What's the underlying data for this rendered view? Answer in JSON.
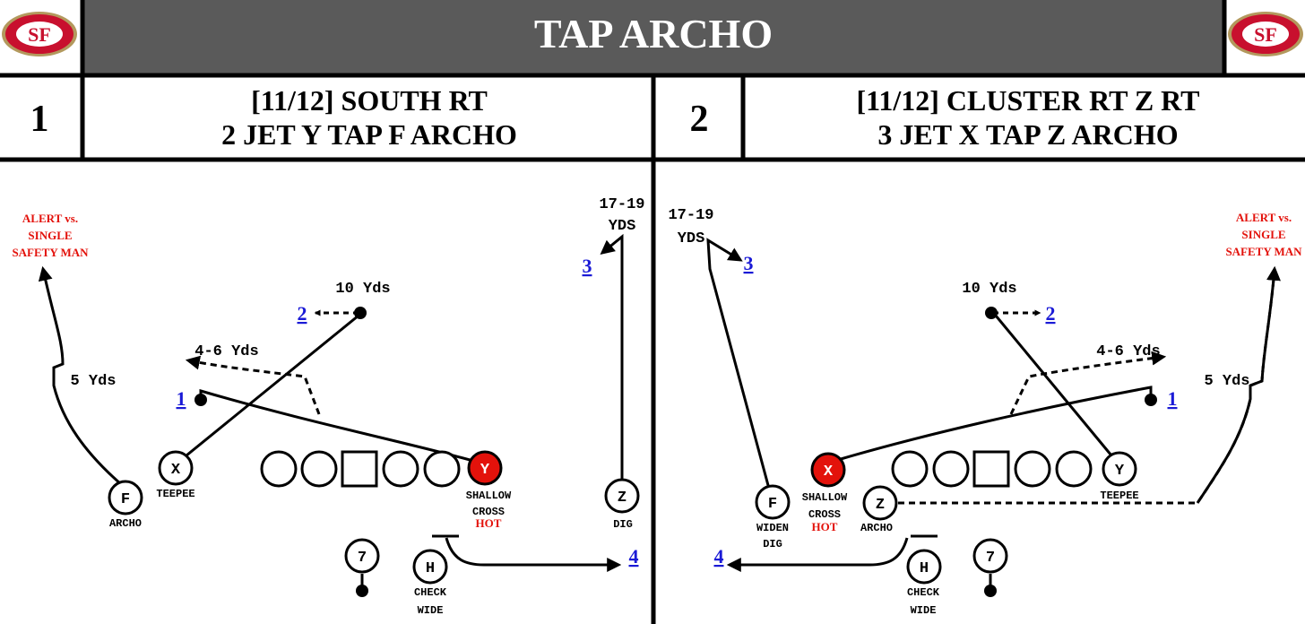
{
  "header": {
    "title": "TAP ARCHO",
    "logo_text": "SF",
    "colors": {
      "banner": "#5a5a5a",
      "logo_red": "#c8102e",
      "logo_gold": "#b3995d"
    }
  },
  "colors": {
    "route": "#000000",
    "hot": "#e3120b",
    "route_number": "#1a1ad6"
  },
  "plays": [
    {
      "number": "1",
      "title_line1": "[11/12] SOUTH RT",
      "title_line2": "2 JET Y TAP F ARCHO",
      "route_numbers": [
        "1",
        "2",
        "3",
        "4"
      ],
      "distances": {
        "ten": "10 Yds",
        "four_six": "4-6 Yds",
        "five": "5 Yds",
        "deep_line1": "17-19",
        "deep_line2": "YDS"
      },
      "alert": [
        "ALERT vs.",
        "SINGLE",
        "SAFETY MAN"
      ],
      "players": {
        "X": {
          "letter": "X",
          "label": [
            "TEEPEE"
          ]
        },
        "F": {
          "letter": "F",
          "label": [
            "ARCHO"
          ]
        },
        "Y": {
          "letter": "Y",
          "label": [
            "SHALLOW",
            "CROSS"
          ],
          "tag": "HOT"
        },
        "Z": {
          "letter": "Z",
          "label": [
            "DIG"
          ]
        },
        "H": {
          "letter": "H",
          "label": [
            "CHECK",
            "WIDE"
          ]
        },
        "Q": {
          "letter": "7",
          "label": []
        }
      }
    },
    {
      "number": "2",
      "title_line1": "[11/12] CLUSTER RT Z RT",
      "title_line2": "3 JET X TAP Z ARCHO",
      "route_numbers": [
        "1",
        "2",
        "3",
        "4"
      ],
      "distances": {
        "ten": "10 Yds",
        "four_six": "4-6 Yds",
        "five": "5 Yds",
        "deep_line1": "17-19",
        "deep_line2": "YDS"
      },
      "alert": [
        "ALERT vs.",
        "SINGLE",
        "SAFETY MAN"
      ],
      "players": {
        "X": {
          "letter": "X",
          "label": [
            "SHALLOW",
            "CROSS"
          ],
          "tag": "HOT"
        },
        "F": {
          "letter": "F",
          "label": [
            "WIDEN",
            "DIG"
          ]
        },
        "Y": {
          "letter": "Y",
          "label": [
            "TEEPEE"
          ]
        },
        "Z": {
          "letter": "Z",
          "label": [
            "ARCHO"
          ]
        },
        "H": {
          "letter": "H",
          "label": [
            "CHECK",
            "WIDE"
          ]
        },
        "Q": {
          "letter": "7",
          "label": []
        }
      }
    }
  ]
}
